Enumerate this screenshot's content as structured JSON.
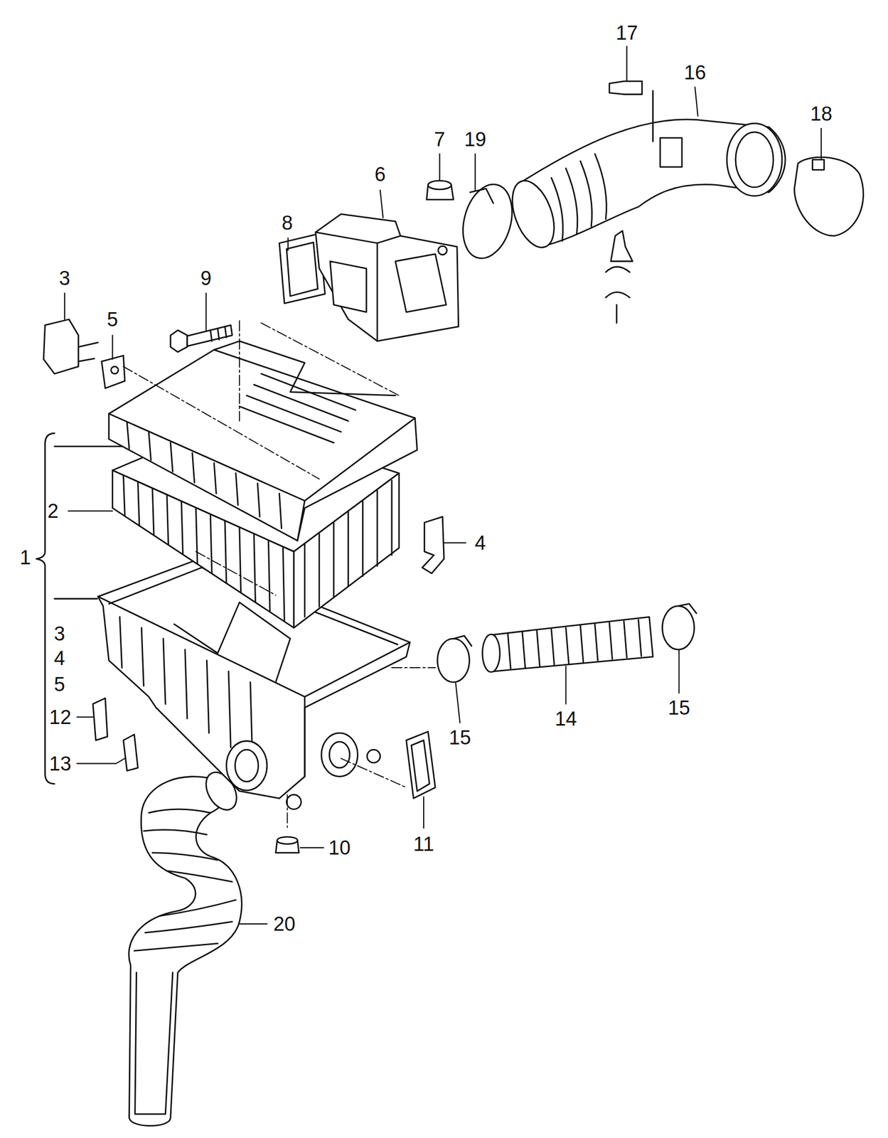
{
  "diagram": {
    "labels": [
      "17",
      "16",
      "18",
      "7",
      "19",
      "6",
      "8",
      "3",
      "9",
      "5",
      "2",
      "4",
      "1",
      "3",
      "4",
      "5",
      "12",
      "15",
      "14",
      "15",
      "13",
      "10",
      "11",
      "20"
    ]
  }
}
